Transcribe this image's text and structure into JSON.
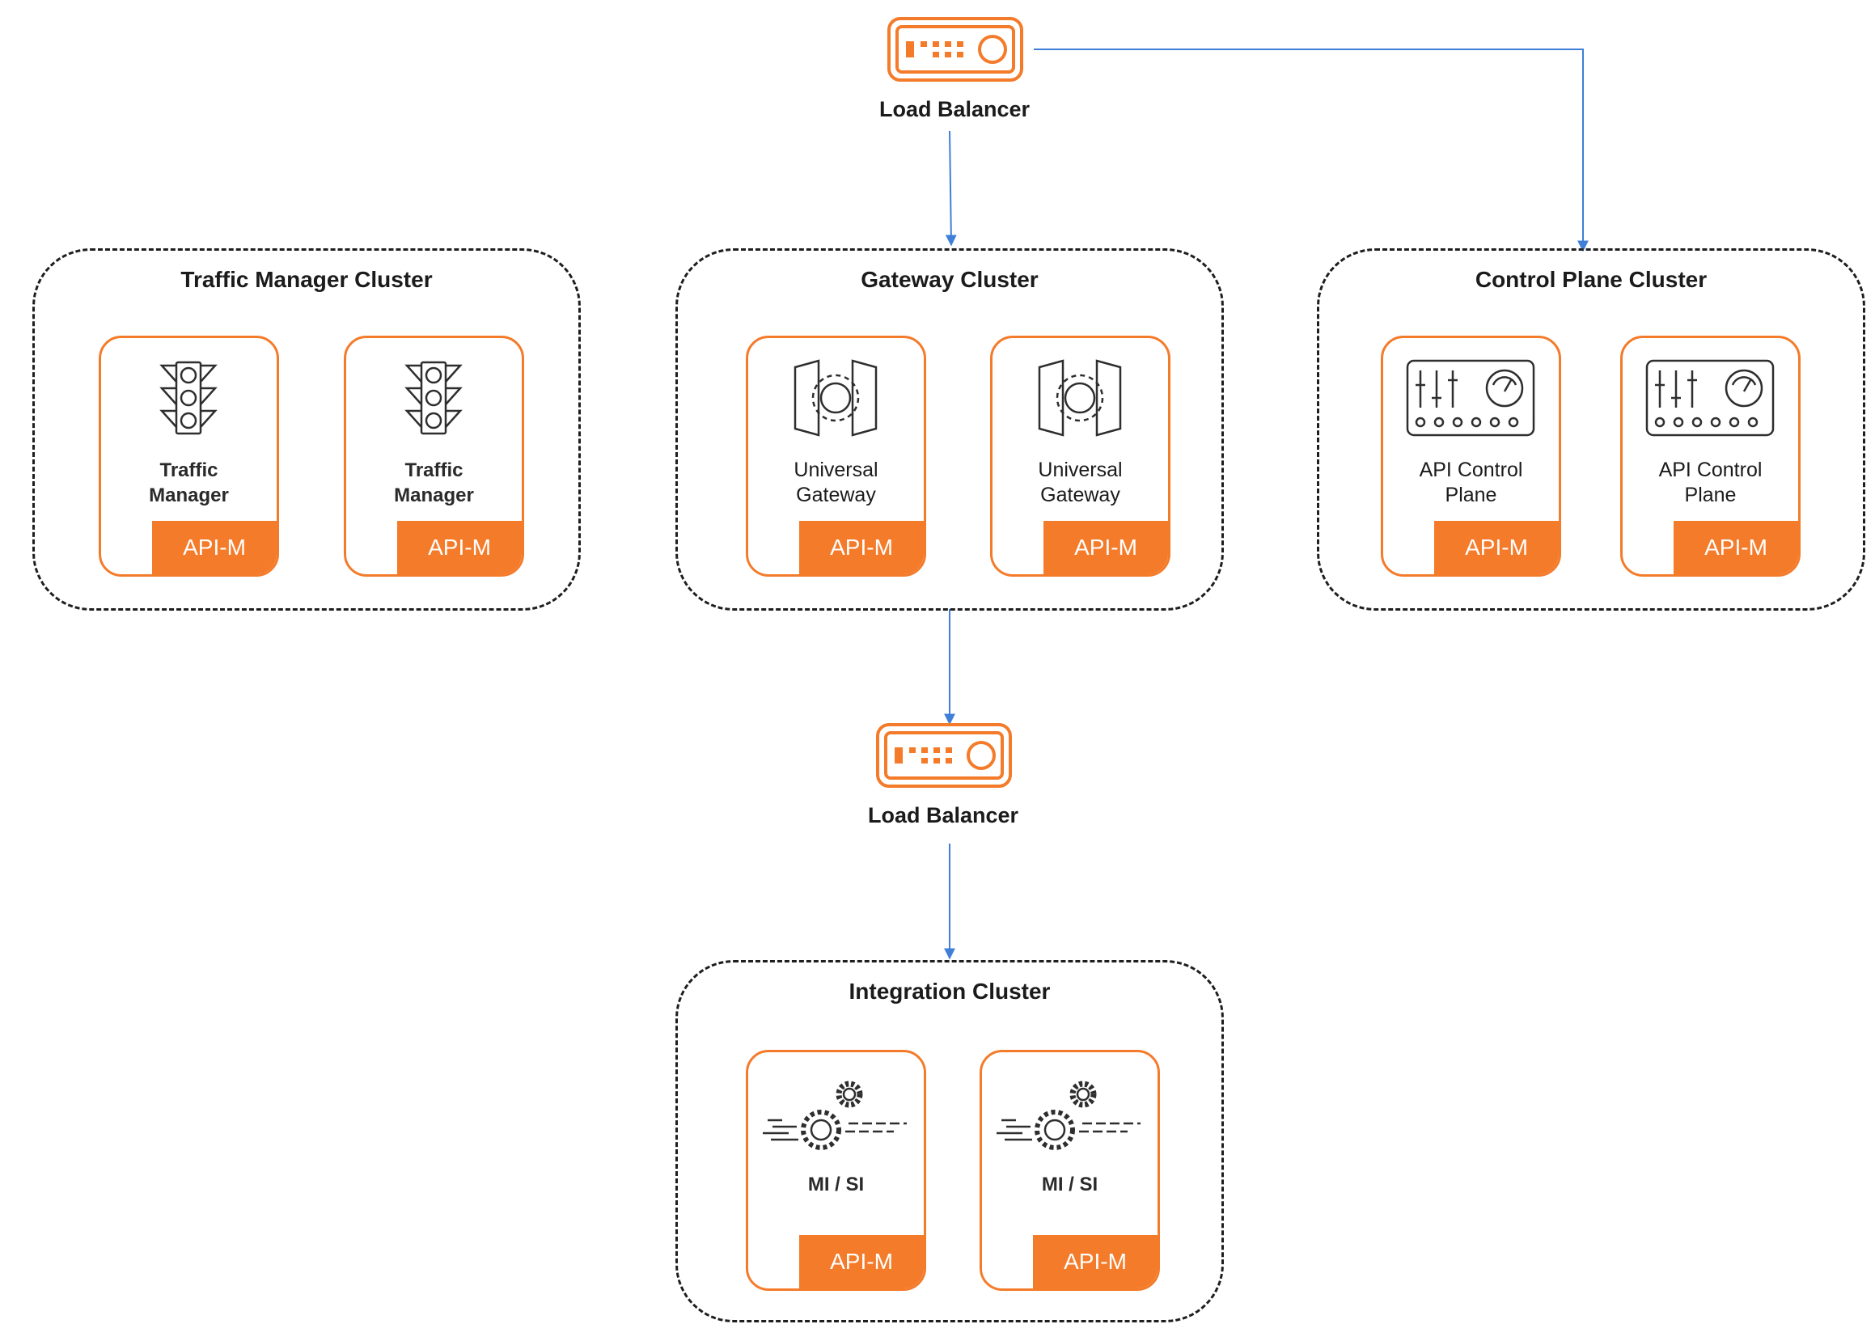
{
  "load_balancers": [
    {
      "label": "Load Balancer"
    },
    {
      "label": "Load Balancer"
    }
  ],
  "clusters": [
    {
      "title": "Traffic Manager Cluster",
      "nodes": [
        {
          "label": "Traffic\nManager",
          "badge": "API-M"
        },
        {
          "label": "Traffic\nManager",
          "badge": "API-M"
        }
      ]
    },
    {
      "title": "Gateway Cluster",
      "nodes": [
        {
          "label": "Universal\nGateway",
          "badge": "API-M"
        },
        {
          "label": "Universal\nGateway",
          "badge": "API-M"
        }
      ]
    },
    {
      "title": "Control Plane Cluster",
      "nodes": [
        {
          "label": "API Control\nPlane",
          "badge": "API-M"
        },
        {
          "label": "API Control\nPlane",
          "badge": "API-M"
        }
      ]
    },
    {
      "title": "Integration Cluster",
      "nodes": [
        {
          "label": "MI / SI",
          "badge": "API-M"
        },
        {
          "label": "MI / SI",
          "badge": "API-M"
        }
      ]
    }
  ],
  "icons": {
    "load_balancer": "load-balancer-icon",
    "traffic_manager": "traffic-light-icon",
    "gateway": "gateway-icon",
    "control_plane": "control-panel-icon",
    "integration": "gears-icon"
  },
  "colors": {
    "accent": "#f47b2a",
    "connector": "#3f7fd8",
    "outline": "#1e1e1e"
  }
}
